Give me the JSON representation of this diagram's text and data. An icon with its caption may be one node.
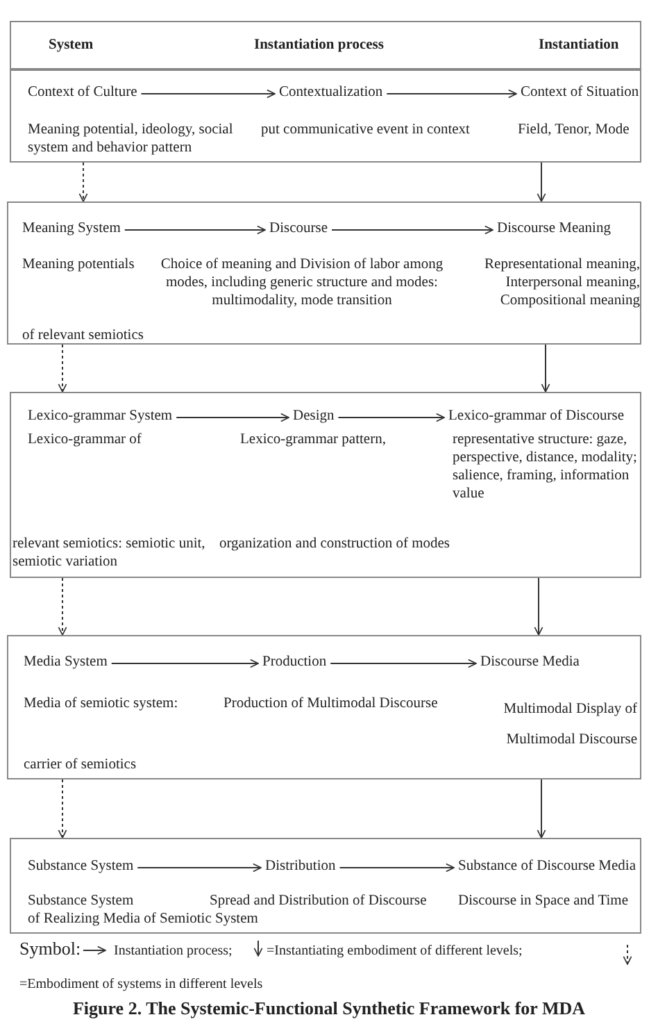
{
  "diagram": {
    "caption": "Figure 2. The Systemic-Functional Synthetic Framework for MDA",
    "nodes": [
      {
        "text": [
          "System",
          "Instantiation process",
          "Instantiation"
        ]
      },
      {
        "text": [],
        "shape": "box"
      },
      {
        "text": [
          "Context of Culture"
        ],
        "in": 1,
        "beside": [
          "Meaning potential, ideology, social system and behavior pattern"
        ]
      },
      {
        "text": [
          "Contextualization"
        ],
        "in": 1,
        "beside": [
          "put communicative event in context"
        ]
      },
      {
        "text": [
          "Context of Situation"
        ],
        "in": 1,
        "beside": [
          "Field, Tenor, Mode"
        ]
      },
      {
        "text": [],
        "shape": "box"
      },
      {
        "text": [
          "Meaning System"
        ],
        "in": 5,
        "beside": [
          "Meaning potentials",
          "of relevant semiotics"
        ]
      },
      {
        "text": [
          "Discourse"
        ],
        "in": 5,
        "beside": [
          "Choice of meaning and Division of labor among modes, including generic structure and modes: multimodality, mode transition"
        ]
      },
      {
        "text": [
          "Discourse Meaning"
        ],
        "in": 5,
        "beside": [
          "Representational meaning, Interpersonal meaning, Compositional meaning"
        ]
      },
      {
        "text": [],
        "shape": "box"
      },
      {
        "text": [
          "Lexico-grammar System"
        ],
        "in": 9,
        "beside": [
          "Lexico-grammar of"
        ]
      },
      {
        "text": [
          "Design"
        ],
        "in": 9,
        "beside": [
          "Lexico-grammar pattern,"
        ]
      },
      {
        "text": [
          "Lexico-grammar of Discourse"
        ],
        "in": 9,
        "beside": [
          "representative structure: gaze, perspective, distance, modality; salience, framing, information value"
        ]
      },
      {
        "text": [],
        "shape": "box"
      },
      {
        "text": [
          "Media System"
        ],
        "in": 13,
        "beside": [
          "Media of semiotic system:",
          "carrier of semiotics"
        ]
      },
      {
        "text": [
          "Production"
        ],
        "in": 13,
        "beside": [
          "Production of Multimodal Discourse"
        ]
      },
      {
        "text": [
          "Discourse Media"
        ],
        "in": 13,
        "beside": [
          "Multimodal Display of Multimodal Discourse"
        ]
      },
      {
        "text": [],
        "shape": "box"
      },
      {
        "text": [
          "Substance System"
        ],
        "in": 17,
        "beside": [
          "Substance System",
          "of Realizing Media of Semiotic System"
        ]
      },
      {
        "text": [
          "Distribution"
        ],
        "in": 17,
        "beside": [
          "Spread and Distribution of Discourse"
        ]
      },
      {
        "text": [
          "Substance of Discourse Media"
        ],
        "in": 17,
        "beside": [
          "Discourse in Space and Time"
        ]
      }
    ],
    "edges": [
      {
        "from": 2,
        "to": 3,
        "arrow": "to"
      },
      {
        "from": 3,
        "to": 4,
        "arrow": "to"
      },
      {
        "from": 6,
        "to": 7,
        "arrow": "to"
      },
      {
        "from": 7,
        "to": 8,
        "arrow": "to"
      },
      {
        "from": 10,
        "to": 11,
        "arrow": "to"
      },
      {
        "from": 11,
        "to": 12,
        "arrow": "to"
      },
      {
        "from": 14,
        "to": 15,
        "arrow": "to"
      },
      {
        "from": 15,
        "to": 16,
        "arrow": "to"
      },
      {
        "from": 18,
        "to": 19,
        "arrow": "to"
      },
      {
        "from": 19,
        "to": 20,
        "arrow": "to"
      },
      {
        "from": 1,
        "to": 5,
        "arrow": "to",
        "style": "dashed"
      },
      {
        "from": 1,
        "to": 5,
        "arrow": "to"
      },
      {
        "from": 5,
        "to": 9,
        "arrow": "to",
        "style": "dashed"
      },
      {
        "from": 5,
        "to": 9,
        "arrow": "to"
      },
      {
        "from": 9,
        "to": 13,
        "arrow": "to",
        "style": "dashed"
      },
      {
        "from": 9,
        "to": 13,
        "arrow": "to"
      },
      {
        "from": 13,
        "to": 17,
        "arrow": "to",
        "style": "dashed"
      },
      {
        "from": 13,
        "to": 17,
        "arrow": "to"
      }
    ],
    "labels": [
      "relevant semiotics: semiotic unit, semiotic variation",
      "organization and construction of modes",
      "Symbol:"
    ],
    "legend": [
      {
        "text": "Instantiation process;"
      },
      {
        "text": "=Instantiating embodiment of different levels;"
      },
      {
        "text": "=Embodiment of systems in different levels"
      }
    ]
  }
}
